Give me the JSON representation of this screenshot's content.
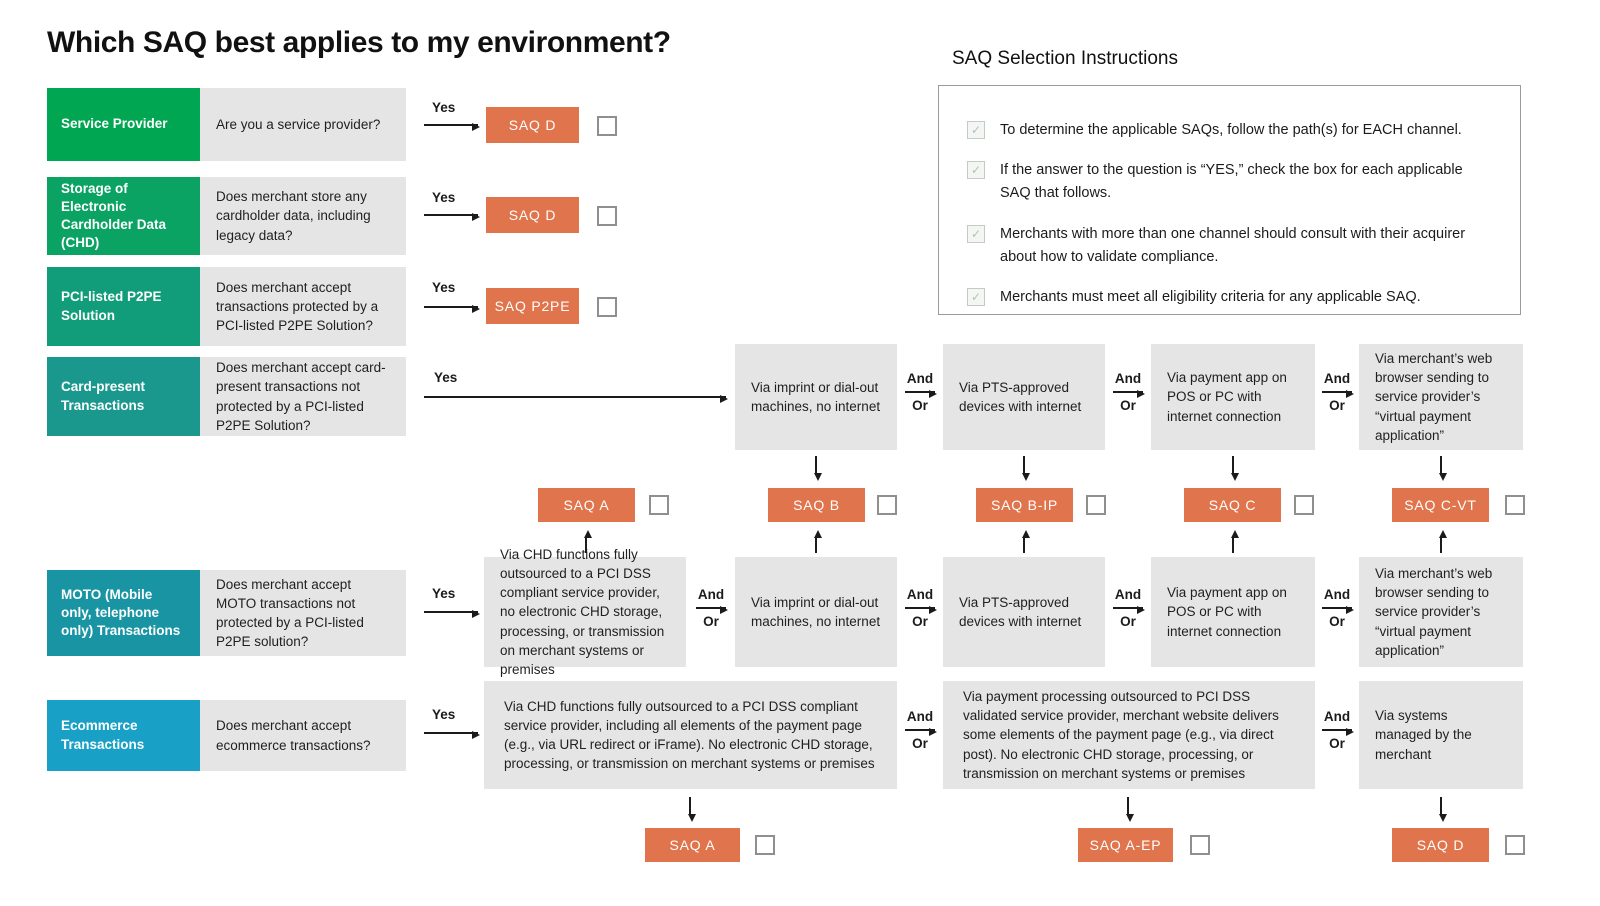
{
  "title": "Which SAQ best applies to my environment?",
  "labels": {
    "yes": "Yes",
    "and": "And",
    "or": "Or"
  },
  "icons": {
    "check": "✓"
  },
  "colors": {
    "orange": "#E0744C",
    "box_gray": "#E5E5E5"
  },
  "channels": [
    {
      "id": "service-provider",
      "category": "Service Provider",
      "question": "Are you a service provider?",
      "saq": "SAQ D",
      "color": "#00A651"
    },
    {
      "id": "storage-chd",
      "category": "Storage of Electronic Cardholder Data (CHD)",
      "question": "Does merchant store any cardholder data, including legacy data?",
      "saq": "SAQ D",
      "color": "#0BA363"
    },
    {
      "id": "p2pe",
      "category": "PCI-listed P2PE Solution",
      "question": "Does merchant accept transactions protected by a PCI-listed P2PE Solution?",
      "saq": "SAQ P2PE",
      "color": "#119D79"
    },
    {
      "id": "card-present",
      "category": "Card-present Transactions",
      "question": "Does merchant accept card-present transactions not protected by a PCI-listed P2PE Solution?",
      "color": "#1B988E"
    },
    {
      "id": "moto",
      "category": "MOTO (Mobile only, telephone only) Transactions",
      "question": "Does merchant accept MOTO transactions not protected by a PCI-listed P2PE solution?",
      "color": "#1894A3"
    },
    {
      "id": "ecommerce",
      "category": "Ecommerce Transactions",
      "question": "Does merchant accept ecommerce transactions?",
      "color": "#19A0C6"
    }
  ],
  "card_present_chain": [
    "Via imprint or dial-out machines, no internet",
    "Via PTS-approved devices with internet",
    "Via payment app on POS or PC with internet connection",
    "Via merchant’s web browser sending to service provider’s “virtual payment application”"
  ],
  "moto_chain": [
    "Via CHD functions fully outsourced to a PCI DSS compliant service provider, no electronic CHD storage, processing, or transmission on merchant systems or premises",
    "Via imprint or dial-out machines, no internet",
    "Via PTS-approved devices with internet",
    "Via payment app on POS or PC with internet connection",
    "Via merchant’s web browser sending to service provider’s “virtual payment application”"
  ],
  "ecommerce_chain": [
    "Via CHD functions fully outsourced to a PCI DSS compliant service provider, including all elements of the payment page (e.g., via URL redirect or iFrame). No electronic CHD storage, processing, or transmission on merchant systems or premises",
    "Via payment processing outsourced to PCI DSS validated service provider, merchant website delivers some elements of the payment page (e.g., via direct post). No electronic CHD storage, processing, or transmission on merchant systems or premises",
    "Via systems managed by the merchant"
  ],
  "mid_saqs": [
    "SAQ A",
    "SAQ B",
    "SAQ B-IP",
    "SAQ C",
    "SAQ C-VT"
  ],
  "bottom_saqs": [
    "SAQ A",
    "SAQ A-EP",
    "SAQ D"
  ],
  "instructions": {
    "title": "SAQ Selection Instructions",
    "items": [
      "To determine the applicable SAQs, follow the path(s) for EACH channel.",
      "If the answer to the question is “YES,” check the box for each applicable SAQ that follows.",
      "Merchants with more than one channel should consult with their acquirer about how to validate compliance.",
      "Merchants must meet all eligibility criteria for any applicable SAQ."
    ]
  }
}
